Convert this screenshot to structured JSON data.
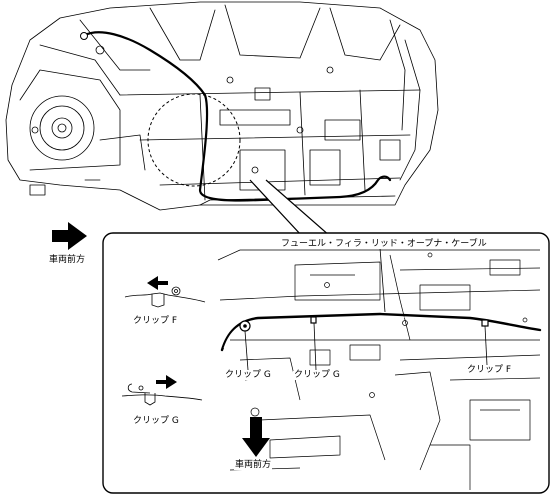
{
  "labels": {
    "vehicle_front_top": "車両前方",
    "vehicle_front_bottom": "車両前方",
    "cable_name": "フューエル・フィラ・リッド・オープナ・ケーブル",
    "clip_f_legend": "クリップ F",
    "clip_g_legend": "クリップ G",
    "clip_g_left": "クリップ G",
    "clip_g_mid": "クリップ G",
    "clip_f_right": "クリップ F"
  }
}
